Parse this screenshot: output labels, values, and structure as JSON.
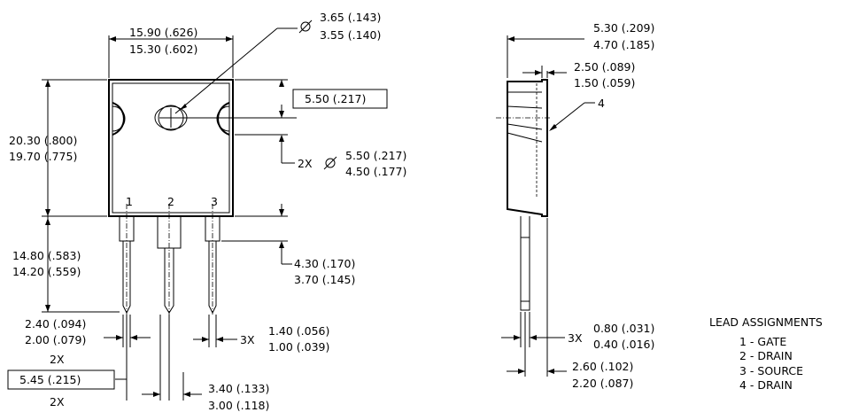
{
  "front": {
    "width_max": "15.90 (.626)",
    "width_min": "15.30 (.602)",
    "hole_dia_max": "3.65 (.143)",
    "hole_dia_min": "3.55 (.140)",
    "hole_pos": "5.50 (.217)",
    "notch_count": "2X",
    "notch_max": "5.50 (.217)",
    "notch_min": "4.50 (.177)",
    "height_max": "20.30 (.800)",
    "height_min": "19.70 (.775)",
    "lead_len_max": "14.80 (.583)",
    "lead_len_min": "14.20 (.559)",
    "shoulder_max": "4.30 (.170)",
    "shoulder_min": "3.70 (.145)",
    "lead_w_count": "3X",
    "lead_w_max": "1.40 (.056)",
    "lead_w_min": "1.00 (.039)",
    "base_w_max": "2.40 (.094)",
    "base_w_min": "2.00 (.079)",
    "base_count": "2X",
    "pitch": "5.45 (.215)",
    "pitch_count": "2X",
    "lead2_w_max": "3.40 (.133)",
    "lead2_w_min": "3.00 (.118)",
    "pins": [
      "1",
      "2",
      "3"
    ]
  },
  "side": {
    "thick_max": "5.30 (.209)",
    "thick_min": "4.70 (.185)",
    "tab_max": "2.50 (.089)",
    "tab_min": "1.50 (.059)",
    "tab_ref": "4",
    "lead_t_count": "3X",
    "lead_t_max": "0.80 (.031)",
    "lead_t_min": "0.40 (.016)",
    "off_max": "2.60 (.102)",
    "off_min": "2.20 (.087)"
  },
  "leads": {
    "title": "LEAD ASSIGNMENTS",
    "items": [
      "1 - GATE",
      "2 - DRAIN",
      "3 - SOURCE",
      "4 - DRAIN"
    ]
  }
}
